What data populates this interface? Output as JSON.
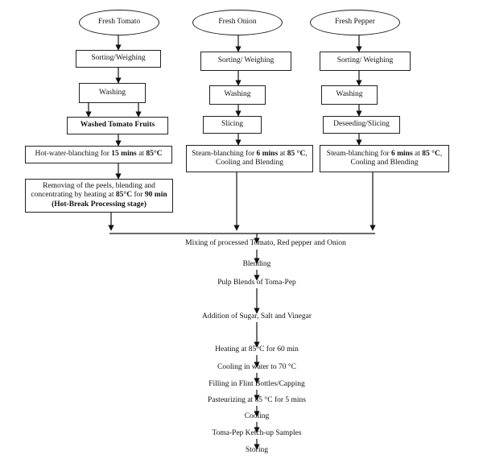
{
  "flowchart": {
    "columns": {
      "tomato": {
        "start": "Fresh Tomato",
        "sort": "Sorting/Weighing",
        "wash": "Washing",
        "washed": "Washed Tomato Fruits",
        "blanch_pre": "Hot-water-blanching for ",
        "blanch_bold1": "15 mins",
        "blanch_mid": " at ",
        "blanch_bold2": "85°C",
        "peel_line1": "Removing of the peels, blending and",
        "peel_line2_pre": "concentrating by heating at ",
        "peel_bold1": "85°C",
        "peel_mid": " for ",
        "peel_bold2": "90 min",
        "peel_line3": "(Hot-Break Processing stage)"
      },
      "onion": {
        "start": "Fresh Onion",
        "sort": "Sorting/ Weighing",
        "wash": "Washing",
        "slice": "Slicing",
        "blanch_pre": "Steam-blanching for ",
        "blanch_bold1": "6 mins",
        "blanch_mid": " at ",
        "blanch_bold2": "85 °C",
        "blanch_post": ",",
        "blanch_line2": "Cooling and Blending"
      },
      "pepper": {
        "start": "Fresh Pepper",
        "sort": "Sorting/ Weighing",
        "wash": "Washing",
        "slice": "Deseeding/Slicing",
        "blanch_pre": "Steam-blanching for ",
        "blanch_bold1": "6 mins",
        "blanch_mid": " at ",
        "blanch_bold2": "85 °C",
        "blanch_post": ",",
        "blanch_line2": "Cooling and Blending"
      }
    },
    "combined_steps": {
      "mixing": "Mixing of processed Tomato, Red pepper and Onion",
      "blending": "Blending",
      "pulp": "Pulp Blends of Toma-Pep",
      "addition": "Addition of Sugar, Salt and Vinegar",
      "heating": "Heating at 85°C for 60 min",
      "cooling_water": "Cooling in water to 70 °C",
      "filling": "Filling in Flint Bottles/Capping",
      "pasteurizing": "Pasteurizing at 85 °C for 5 mins",
      "cooling": "Cooling",
      "samples": "Toma-Pep Ketch-up Samples",
      "storing": "Storing"
    }
  }
}
